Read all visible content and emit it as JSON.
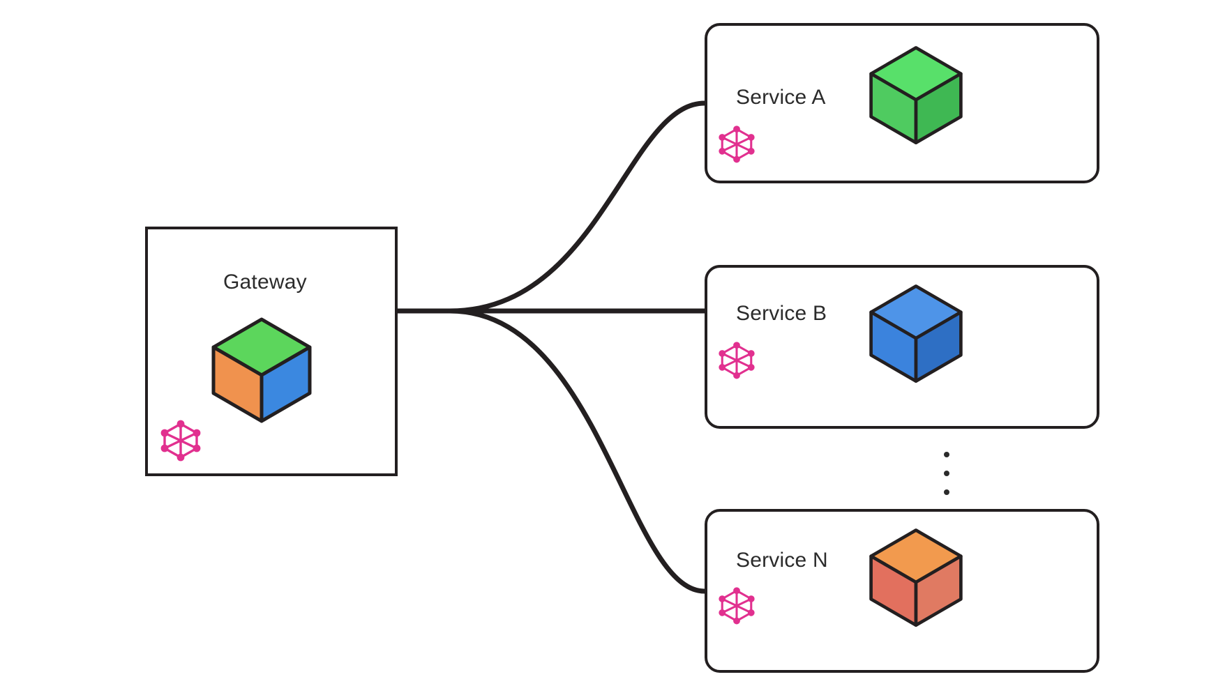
{
  "diagram": {
    "title": "Service mesh gateway fan-out diagram",
    "background_color": "#ffffff",
    "stroke_color": "#231f20",
    "label_color": "#2b2b2b",
    "mesh_icon_color": "#e1308f",
    "mesh_icon_name": "service-mesh-hexagon-icon"
  },
  "gateway": {
    "label": "Gateway",
    "shape": "square-rectangle",
    "cube": {
      "name": "container-cube-multicolor",
      "top_color": "#5CD65C",
      "left_color": "#F0924E",
      "right_color": "#3B88E0"
    }
  },
  "services": [
    {
      "label": "Service A",
      "shape": "rounded-rectangle",
      "cube": {
        "name": "container-cube-green",
        "top_color": "#58E06A",
        "left_color": "#4FCB60",
        "right_color": "#3FB853"
      }
    },
    {
      "label": "Service B",
      "shape": "rounded-rectangle",
      "cube": {
        "name": "container-cube-blue",
        "top_color": "#4E94E8",
        "left_color": "#3B83DD",
        "right_color": "#2E6FC4"
      }
    },
    {
      "label": "Service N",
      "shape": "rounded-rectangle",
      "cube": {
        "name": "container-cube-orange",
        "top_color": "#F29A4E",
        "left_color": "#E2705E",
        "right_color": "#E07A62"
      }
    }
  ],
  "ellipsis": {
    "name": "vertical-ellipsis-more-services",
    "dots": 3
  }
}
